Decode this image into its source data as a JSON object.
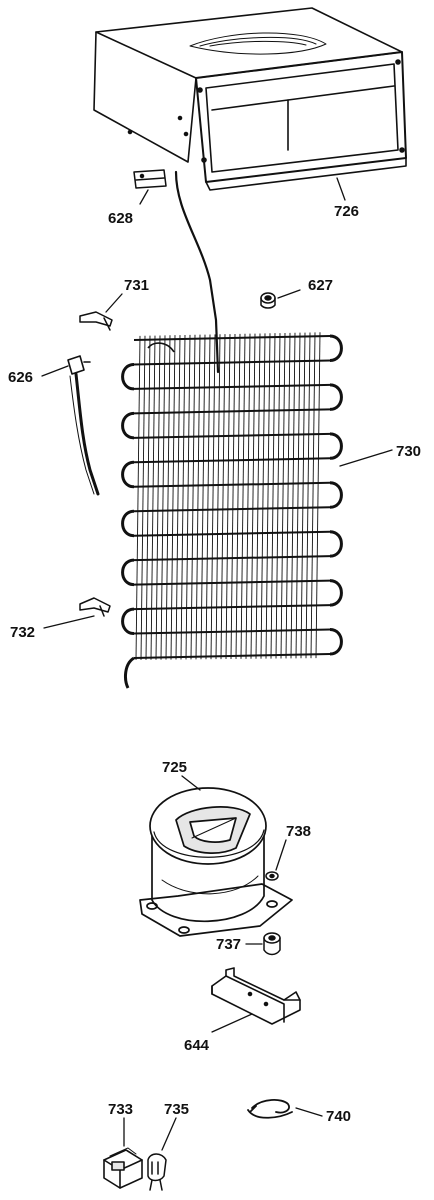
{
  "diagram": {
    "colors": {
      "ink": "#111111",
      "paper": "#ffffff",
      "shade": "#e6e6e6"
    },
    "parts": [
      {
        "id": "part-726",
        "label": "726",
        "name": "condenser-fan-shroud"
      },
      {
        "id": "part-628",
        "label": "628",
        "name": "bracket"
      },
      {
        "id": "part-627",
        "label": "627",
        "name": "grommet"
      },
      {
        "id": "part-731",
        "label": "731",
        "name": "clip-upper"
      },
      {
        "id": "part-626",
        "label": "626",
        "name": "power-cord"
      },
      {
        "id": "part-730",
        "label": "730",
        "name": "condenser-coil"
      },
      {
        "id": "part-732",
        "label": "732",
        "name": "clip-lower"
      },
      {
        "id": "part-725",
        "label": "725",
        "name": "compressor"
      },
      {
        "id": "part-738",
        "label": "738",
        "name": "grommet-small"
      },
      {
        "id": "part-737",
        "label": "737",
        "name": "mounting-grommet"
      },
      {
        "id": "part-644",
        "label": "644",
        "name": "compressor-bracket"
      },
      {
        "id": "part-733",
        "label": "733",
        "name": "relay"
      },
      {
        "id": "part-735",
        "label": "735",
        "name": "overload"
      },
      {
        "id": "part-740",
        "label": "740",
        "name": "clip-spring"
      }
    ]
  }
}
